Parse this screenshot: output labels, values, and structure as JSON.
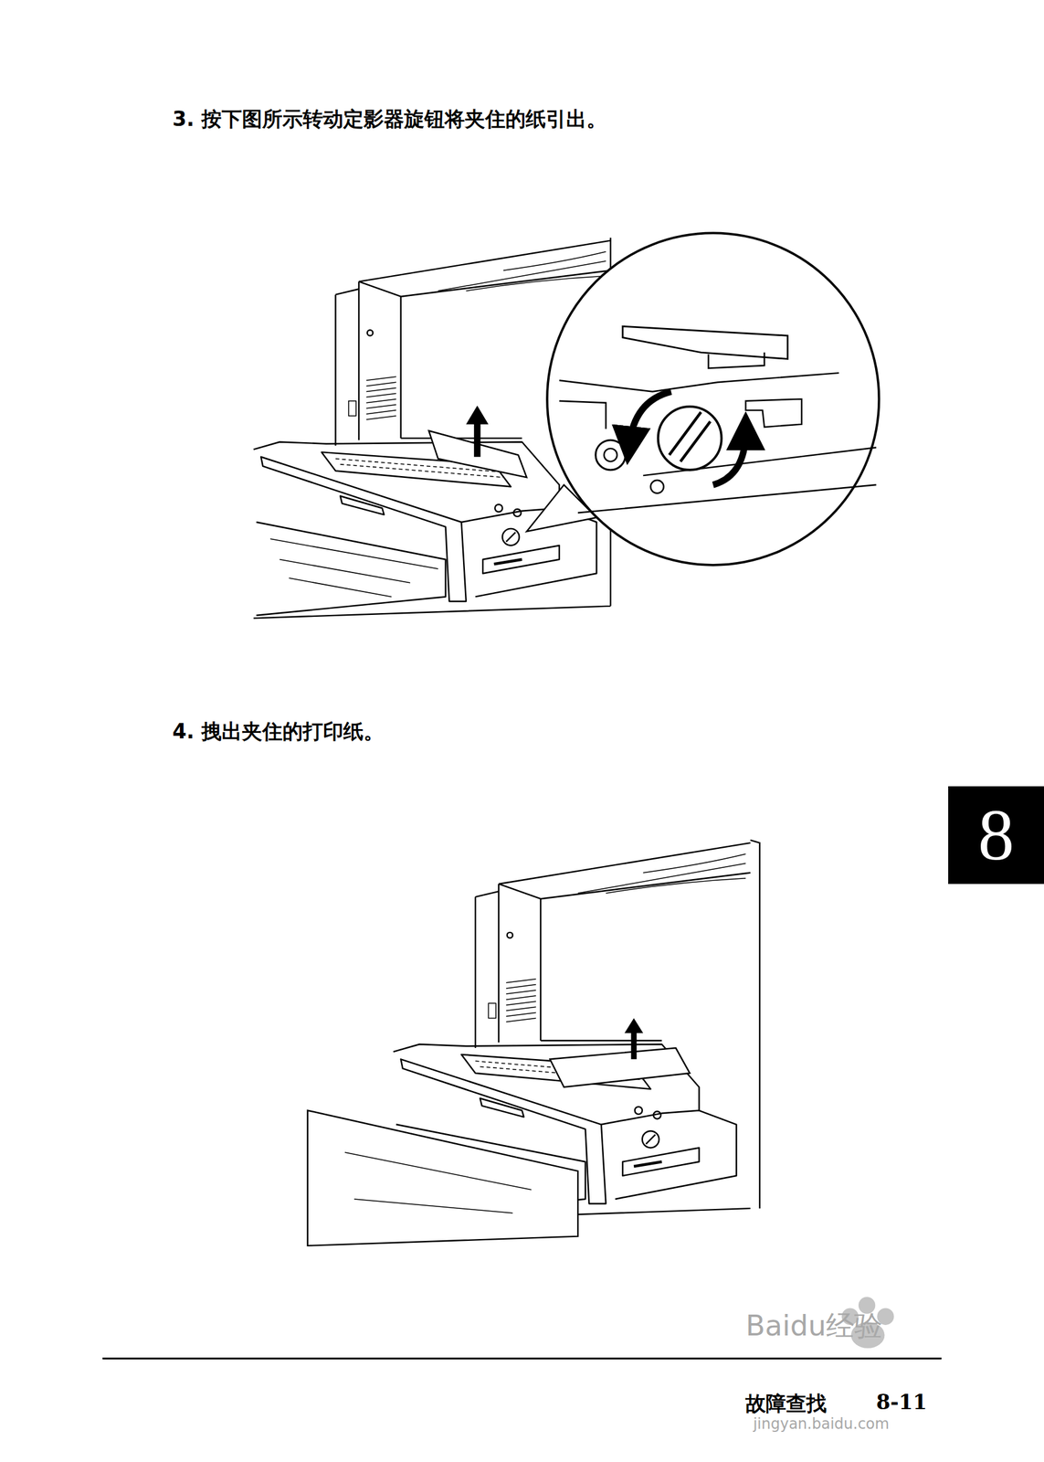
{
  "diagram": {
    "nodes": [
      {
        "text": [
          "8"
        ]
      }
    ],
    "labels": [
      "3. 按下图所示转动定影器旋钮将夹住的纸引出。",
      "4. 拽出夹住的打印纸。",
      "故障查找",
      "8-11",
      "Baidu经验",
      "jingyan.baidu.com"
    ]
  }
}
